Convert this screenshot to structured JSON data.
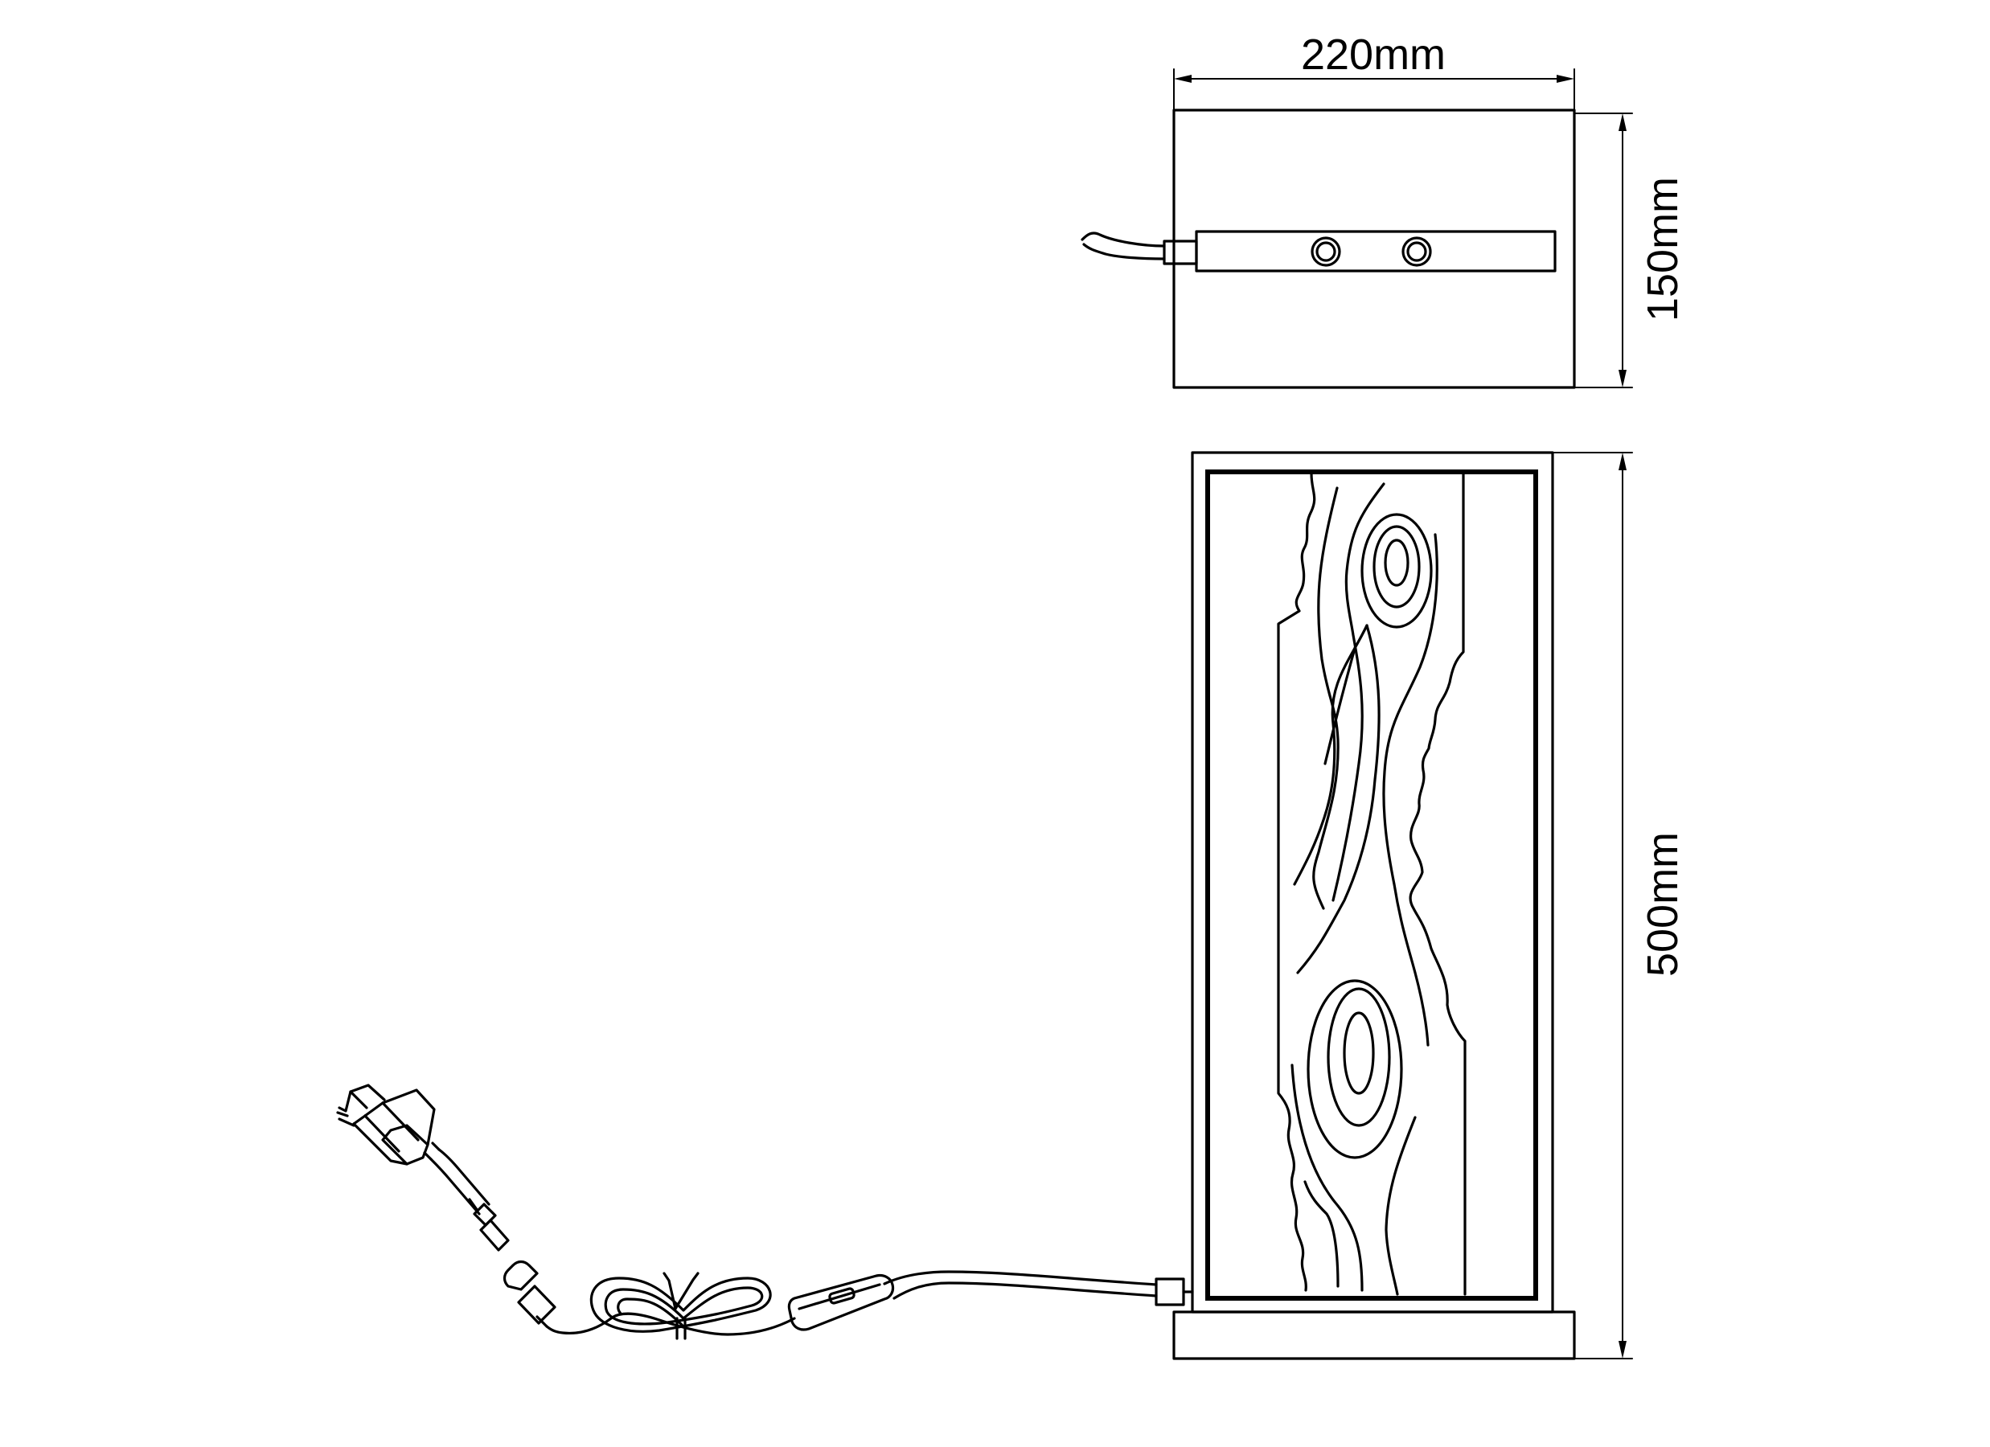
{
  "dimensions": {
    "top_width": "220mm",
    "top_depth": "150mm",
    "front_height": "500mm"
  }
}
